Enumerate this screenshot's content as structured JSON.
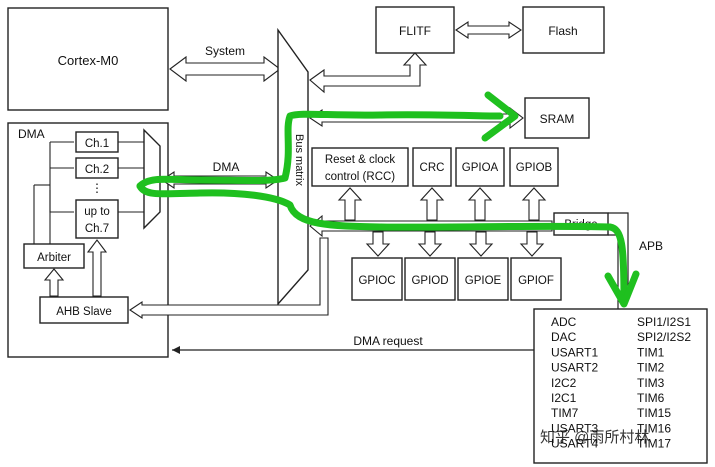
{
  "blocks": {
    "cortex": "Cortex-M0",
    "flitf": "FLITF",
    "flash": "Flash",
    "sram": "SRAM",
    "rcc_line1": "Reset & clock",
    "rcc_line2": "control (RCC)",
    "crc": "CRC",
    "gpioa": "GPIOA",
    "gpiob": "GPIOB",
    "gpioc": "GPIOC",
    "gpiod": "GPIOD",
    "gpioe": "GPIOE",
    "gpiof": "GPIOF",
    "bridge": "Bridge",
    "bus_matrix": "Bus matrix"
  },
  "dma": {
    "title": "DMA",
    "ch1": "Ch.1",
    "ch2": "Ch.2",
    "ellipsis": "⋮",
    "ch7_line1": "up to",
    "ch7_line2": "Ch.7",
    "arbiter": "Arbiter",
    "ahb_slave": "AHB Slave"
  },
  "labels": {
    "system": "System",
    "dma_bus": "DMA",
    "apb": "APB",
    "dma_request": "DMA request"
  },
  "peripherals": {
    "left": [
      "ADC",
      "DAC",
      "USART1",
      "USART2",
      "I2C2",
      "I2C1",
      "TIM7",
      "USART3",
      "USART4"
    ],
    "right": [
      "SPI1/I2S1",
      "SPI2/I2S2",
      "TIM1",
      "TIM2",
      "TIM3",
      "TIM6",
      "TIM15",
      "TIM16",
      "TIM17"
    ]
  },
  "watermark": "知乎 @雨所村林",
  "colors": {
    "highlight_path": "#1fc01f",
    "outline": "#222222"
  }
}
